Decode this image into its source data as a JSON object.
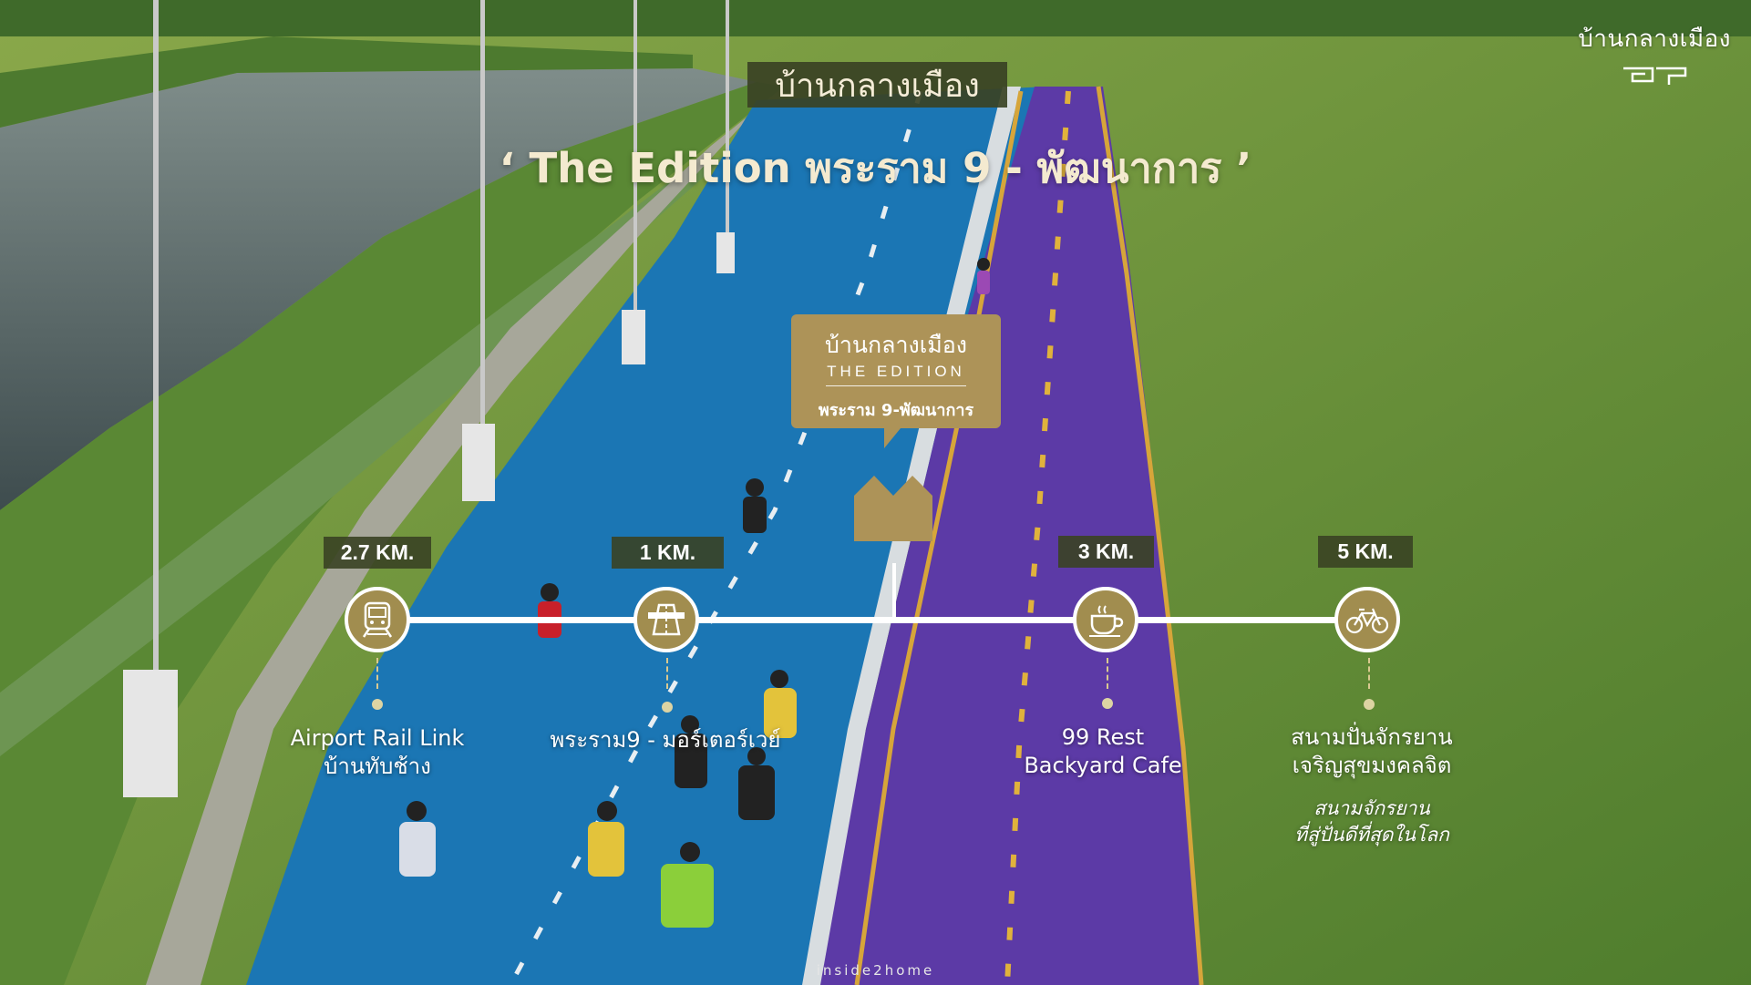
{
  "brand": {
    "logo_text": "บ้านกลางเมือง",
    "header_badge": "บ้านกลางเมือง",
    "headline": "‘ The Edition พระราม 9 - พัฒนาการ ’"
  },
  "project_card": {
    "line1": "บ้านกลางเมือง",
    "line2": "THE EDITION",
    "line3": "พระราม 9-พัฒนาการ"
  },
  "stops": [
    {
      "distance": "2.7 KM.",
      "icon": "train-icon",
      "label_lines": [
        "Airport Rail Link",
        "บ้านทับช้าง"
      ]
    },
    {
      "distance": "1 KM.",
      "icon": "expressway-icon",
      "label_lines": [
        "พระราม9 - มอร์เตอร์เวย์"
      ]
    },
    {
      "distance": "3 KM.",
      "icon": "coffee-cup-icon",
      "label_lines": [
        "99 Rest",
        "Backyard Cafe"
      ]
    },
    {
      "distance": "5 KM.",
      "icon": "bicycle-icon",
      "label_lines": [
        "สนามปั่นจักรยาน",
        "เจริญสุขมงคลจิต"
      ],
      "note_lines": [
        "สนามจักรยาน",
        "ที่สู่ปั่นดีที่สุดในโลก"
      ]
    }
  ],
  "watermark": "inside2home",
  "colors": {
    "gold": "#ad9358",
    "node_gold": "#a18d4f",
    "dark_olive": "#3a4224",
    "headline_cream": "#f4ead0",
    "blue_lane": "#1b76b4",
    "purple_lane": "#5c3aa6",
    "grass": "#5b8a3a"
  }
}
